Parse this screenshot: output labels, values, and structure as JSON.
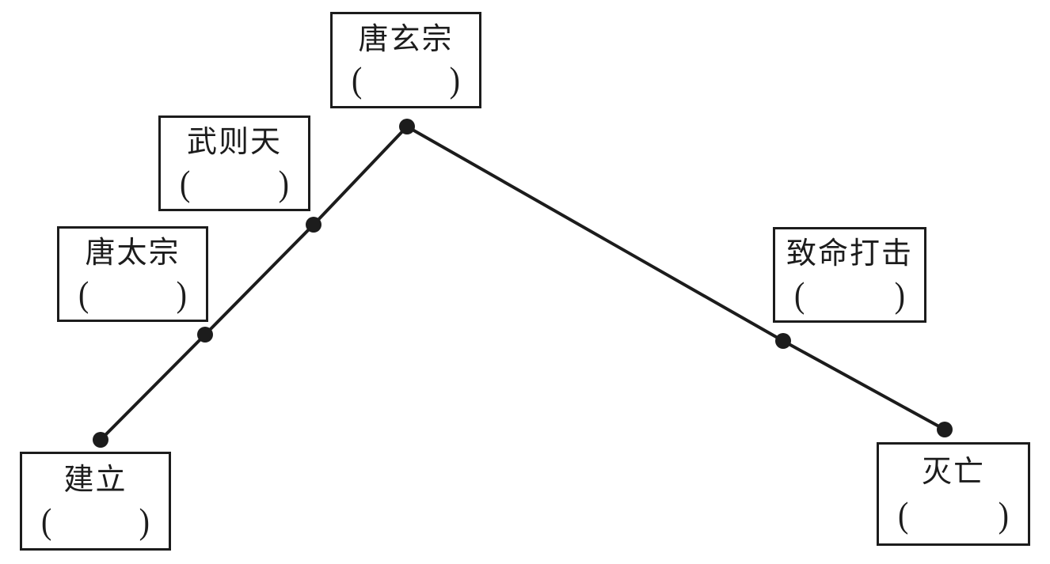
{
  "diagram": {
    "description": "rise-and-fall curve of a dynasty with fill-in-the-blank answer boxes",
    "symbols": {
      "open": "(",
      "close": ")"
    },
    "nodes": [
      {
        "id": "jianli",
        "label": "建立"
      },
      {
        "id": "taizong",
        "label": "唐太宗"
      },
      {
        "id": "wuzetian",
        "label": "武则天"
      },
      {
        "id": "xuanzong",
        "label": "唐玄宗"
      },
      {
        "id": "zhiming",
        "label": "致命打击"
      },
      {
        "id": "miewang",
        "label": "灭亡"
      }
    ],
    "curve": {
      "points": [
        [
          127,
          556
        ],
        [
          259,
          423
        ],
        [
          396,
          284
        ],
        [
          514,
          160
        ],
        [
          989,
          431
        ],
        [
          1193,
          543
        ]
      ],
      "color": "#1c1c1c",
      "line_width": 4,
      "dot_radius": 10
    }
  }
}
